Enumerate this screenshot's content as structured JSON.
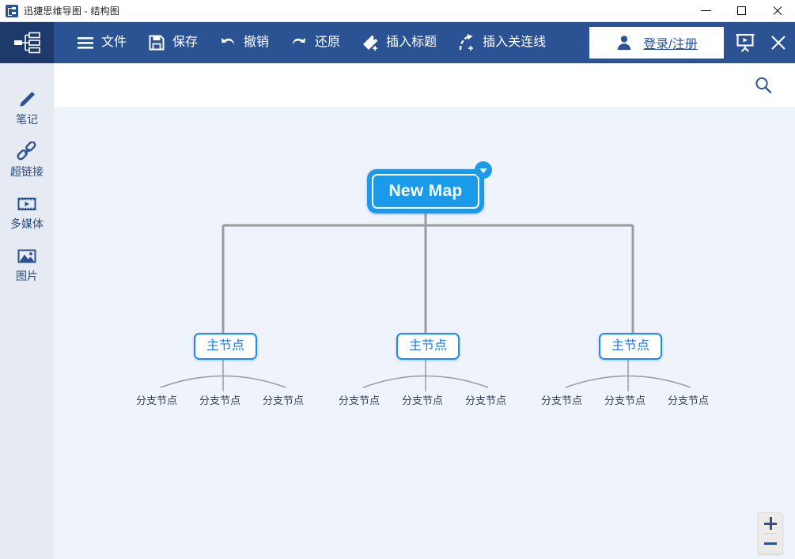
{
  "window": {
    "title": "迅捷思维导图 - 结构图",
    "app_icon": "mindmap-logo-icon",
    "controls": [
      {
        "name": "minimize",
        "icon": "minimize-icon"
      },
      {
        "name": "maximize",
        "icon": "maximize-icon"
      },
      {
        "name": "close",
        "icon": "close-icon"
      }
    ]
  },
  "toolbar": {
    "logo_icon": "structure-tree-icon",
    "items": [
      {
        "label": "文件",
        "icon": "hamburger-menu-icon"
      },
      {
        "label": "保存",
        "icon": "save-floppy-icon"
      },
      {
        "label": "撤销",
        "icon": "undo-arrow-icon"
      },
      {
        "label": "还原",
        "icon": "redo-arrow-icon"
      },
      {
        "label": "插入标题",
        "icon": "tag-plus-icon"
      },
      {
        "label": "插入关连线",
        "icon": "relation-line-plus-icon"
      }
    ],
    "login_label": "登录/注册",
    "login_icon": "user-person-icon",
    "present_icon": "presentation-screen-icon",
    "close_icon": "close-x-icon"
  },
  "subbar": {
    "search_icon": "search-magnifier-icon"
  },
  "sidebar": {
    "items": [
      {
        "label": "笔记",
        "icon": "pencil-note-icon"
      },
      {
        "label": "超链接",
        "icon": "hyperlink-chain-icon"
      },
      {
        "label": "多媒体",
        "icon": "media-film-play-icon"
      },
      {
        "label": "图片",
        "icon": "image-picture-icon"
      }
    ]
  },
  "canvas": {
    "root": {
      "label": "New Map",
      "collapse_icon": "triangle-down-icon"
    },
    "main_nodes": [
      {
        "label": "主节点"
      },
      {
        "label": "主节点"
      },
      {
        "label": "主节点"
      }
    ],
    "branch_nodes": [
      {
        "label": "分支节点"
      },
      {
        "label": "分支节点"
      },
      {
        "label": "分支节点"
      },
      {
        "label": "分支节点"
      },
      {
        "label": "分支节点"
      },
      {
        "label": "分支节点"
      },
      {
        "label": "分支节点"
      },
      {
        "label": "分支节点"
      },
      {
        "label": "分支节点"
      }
    ]
  },
  "zoom_control": {
    "zoom_in_icon": "plus-icon",
    "zoom_out_icon": "minus-icon"
  },
  "colors": {
    "toolbar_blue": "#2b5394",
    "logo_dark_blue": "#1e3a6d",
    "root_node_blue": "#1a9ae8",
    "node_border_blue": "#1a8cff",
    "canvas_bg": "#eff3fc",
    "sidebar_bg": "#e6eaf2",
    "connector_gray": "#9b9b9b"
  }
}
